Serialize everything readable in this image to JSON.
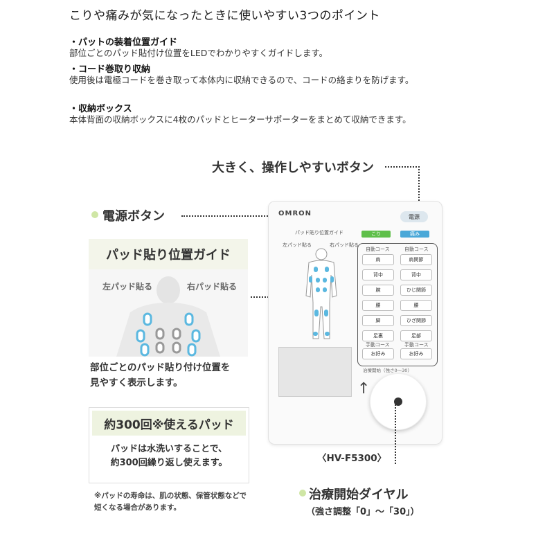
{
  "headline": "こりや痛みが気になったときに使いやすい3つのポイント",
  "points": [
    {
      "title": "・パットの装着位置ガイド",
      "desc": "部位ごとのパッド貼付け位置をLEDでわかりやすくガイドします。"
    },
    {
      "title": "・コード巻取り収納",
      "desc": "使用後は電極コードを巻き取って本体内に収納できるので、コードの絡まりを防げます。"
    },
    {
      "title": "・収納ボックス",
      "desc": "本体背面の収納ボックスに4枚のパッドとヒーターサポーターをまとめて収納できます。"
    }
  ],
  "callouts": {
    "buttons": "大きく、操作しやすいボタン",
    "power": "電源ボタン",
    "dial": "治療開始ダイヤル",
    "dial_sub": "（強さ調整「0」〜「30」）"
  },
  "guide_panel": {
    "title": "パッド貼り位置ガイド",
    "left": "左パッド貼る",
    "right": "右パッド貼る",
    "caption_lines": [
      "部位ごとのパッド貼り付け位置を",
      "見やすく表示します。"
    ]
  },
  "pad_panel": {
    "title": "約300回※使えるパッド",
    "body_lines": [
      "パッドは水洗いすることで、",
      "約300回繰り返し使えます。"
    ],
    "note_lines": [
      "※パッドの寿命は、肌の状態、保管状態などで",
      "短くなる場合があります。"
    ]
  },
  "device": {
    "brand": "OMRON",
    "power_label": "電源",
    "guide_label": "パッド貼り位置ガイド",
    "left_label": "左パッド貼る",
    "right_label": "右パッド貼る",
    "tab_left": "こり",
    "tab_right": "痛み",
    "col_left_head": "自動コース",
    "col_right_head": "自動コース",
    "left_buttons": [
      "肩",
      "背中",
      "腕",
      "腰",
      "脚",
      "足裏"
    ],
    "right_buttons": [
      "肩関節",
      "背中",
      "ひじ関節",
      "腰",
      "ひざ関節",
      "足部"
    ],
    "manual_label": "手動コース",
    "manual_button": "お好み",
    "dial_label": "治療開始（強さ0〜30）",
    "colors": {
      "tab_left": "#5fbf4a",
      "tab_right": "#4aa8d8",
      "pad_blue": "#5bb8e0"
    }
  },
  "model": "〈HV-F5300〉"
}
